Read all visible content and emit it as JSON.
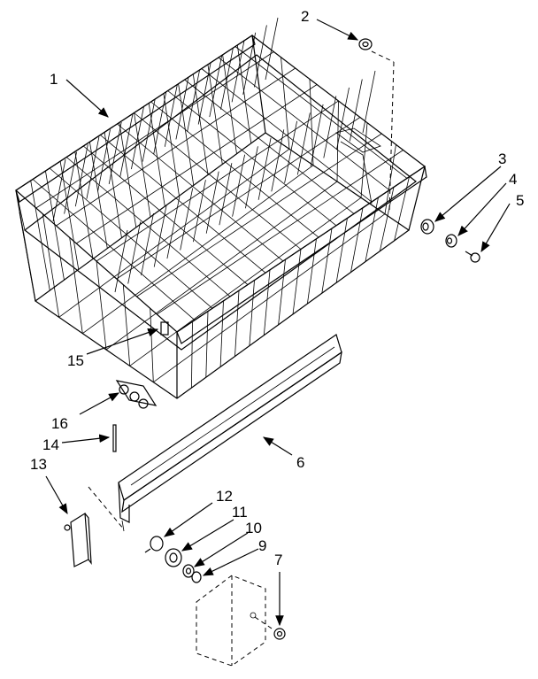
{
  "callouts": [
    {
      "id": "1",
      "label": "1"
    },
    {
      "id": "2",
      "label": "2"
    },
    {
      "id": "3",
      "label": "3"
    },
    {
      "id": "4",
      "label": "4"
    },
    {
      "id": "5",
      "label": "5"
    },
    {
      "id": "6",
      "label": "6"
    },
    {
      "id": "7",
      "label": "7"
    },
    {
      "id": "9",
      "label": "9"
    },
    {
      "id": "10",
      "label": "10"
    },
    {
      "id": "11",
      "label": "11"
    },
    {
      "id": "12",
      "label": "12"
    },
    {
      "id": "13",
      "label": "13"
    },
    {
      "id": "14",
      "label": "14"
    },
    {
      "id": "15",
      "label": "15"
    },
    {
      "id": "16",
      "label": "16"
    }
  ],
  "colors": {
    "ink": "#000000",
    "paper": "#ffffff"
  }
}
